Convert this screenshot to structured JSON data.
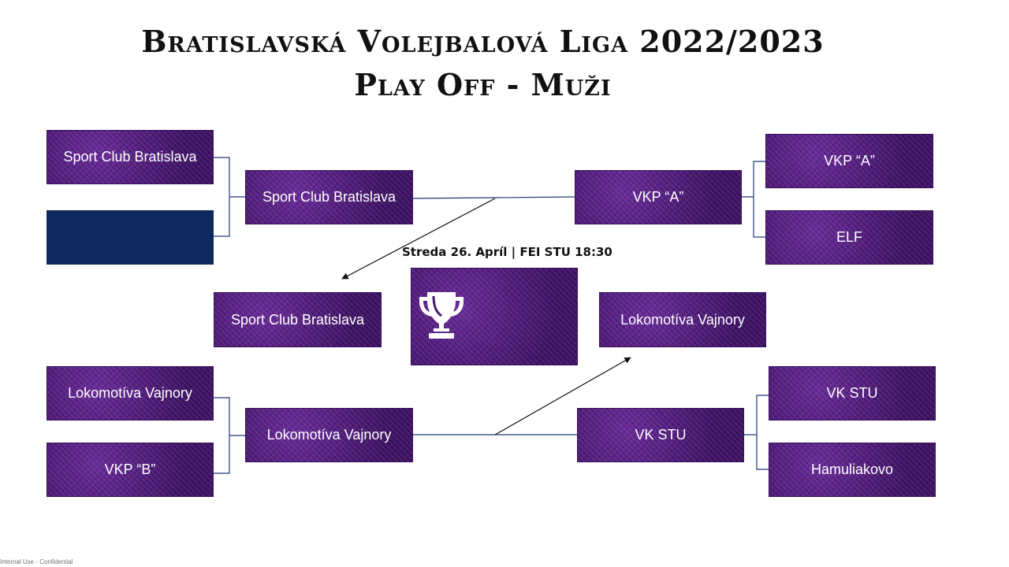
{
  "header": {
    "title": "Bratislavská Volejbalová Liga 2022/2023",
    "subtitle": "Play Off - Muži"
  },
  "bracket": {
    "left_quarter_top": [
      "Sport Club Bratislava",
      ""
    ],
    "left_quarter_bottom": [
      "Lokomotíva Vajnory",
      "VKP “B”"
    ],
    "right_quarter_top": [
      "VKP “A”",
      "ELF"
    ],
    "right_quarter_bottom": [
      "VK STU",
      "Hamuliakovo"
    ],
    "semifinals": {
      "left_top": "Sport Club Bratislava",
      "left_bottom": "Lokomotíva Vajnory",
      "right_top": "VKP “A”",
      "right_bottom": "VK STU"
    },
    "final": {
      "left": "Sport Club Bratislava",
      "right": "Lokomotíva Vajnory",
      "match_info": "Streda 26. Apríl | FEI STU 18:30",
      "trophy_icon": "trophy-icon"
    }
  },
  "footer": {
    "note": "Internal Use - Confidential"
  },
  "colors": {
    "box_purple": "#4a1a73",
    "empty_slot_navy": "#0f2a5e",
    "connector_line": "#1f3b73",
    "arrow": "#111111"
  }
}
